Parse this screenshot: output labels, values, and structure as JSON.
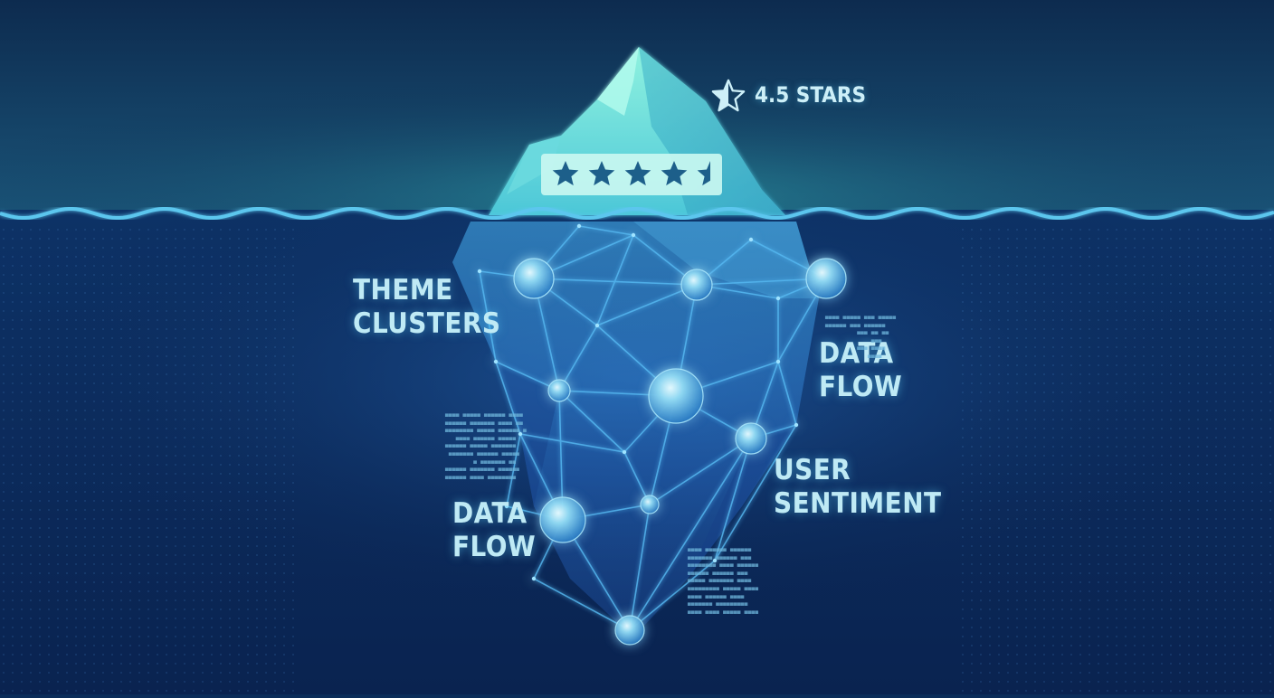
{
  "rating": {
    "caption": "4.5 STARS",
    "value": 4.5,
    "max": 5,
    "icon": "half-star-icon"
  },
  "labels": {
    "theme_clusters": [
      "THEME",
      "CLUSTERS"
    ],
    "data_flow_right": [
      "DATA",
      "FLOW"
    ],
    "user_sentiment": [
      "USER",
      "SENTIMENT"
    ],
    "data_flow_left": [
      "DATA",
      "FLOW"
    ]
  },
  "colors": {
    "sky_top": "#0e2f55",
    "sea_deep": "#0a2452",
    "waterline": "#5cc6ee",
    "iceberg_tip": "#7fe9df",
    "network_line": "#56b9f2",
    "label_text": "#bfeaf5"
  }
}
